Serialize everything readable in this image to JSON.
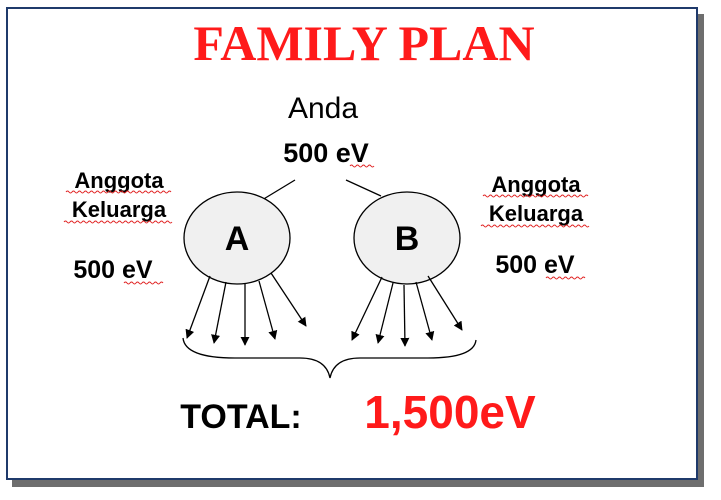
{
  "title": "FAMILY PLAN",
  "top": {
    "name": "Anda",
    "value": "500 eV"
  },
  "left": {
    "label_line1": "Anggota",
    "label_line2": "Keluarga",
    "value": "500 eV",
    "node": "A"
  },
  "right": {
    "label_line1": "Anggota",
    "label_line2": "Keluarga",
    "value": "500 eV",
    "node": "B"
  },
  "total": {
    "label": "TOTAL:",
    "value": "1,500eV"
  },
  "colors": {
    "title": "#ff1a1a",
    "total_value": "#ff1a1a",
    "frame_border": "#1f3a6b",
    "frame_shadow": "#6e6e6e",
    "node_fill": "#f0f0f0"
  }
}
